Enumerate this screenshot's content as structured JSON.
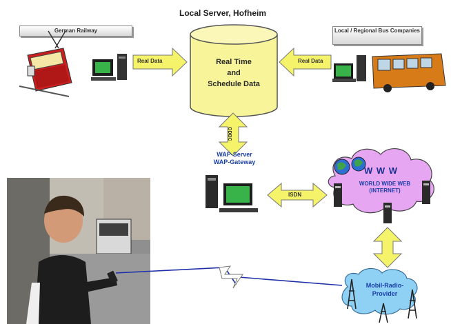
{
  "title": "Local Server, Hofheim",
  "sources": {
    "rail_label": "German Railway",
    "bus_label": "Local / Regional Bus Companies"
  },
  "database": {
    "line1": "Real Time",
    "line2": "and",
    "line3": "Schedule Data"
  },
  "arrows": {
    "left_label": "Real Data",
    "right_label": "Real Data",
    "vertical_label": "ODBC",
    "isdn_label": "ISDN"
  },
  "wap": {
    "line1": "WAP-Server",
    "line2": "WAP-Gateway"
  },
  "internet": {
    "line1": "W W W",
    "line2": "WORLD WIDE WEB",
    "line3": "(INTERNET)"
  },
  "provider": {
    "line1": "Mobil-Radio-",
    "line2": "Provider"
  },
  "colors": {
    "arrow_fill": "#f5f36a",
    "db_fill": "#f7f49a",
    "cloud_fill": "#e7a6f2",
    "cloud_blue": "#8fd0f5",
    "radio_link": "#1f2fa8"
  }
}
